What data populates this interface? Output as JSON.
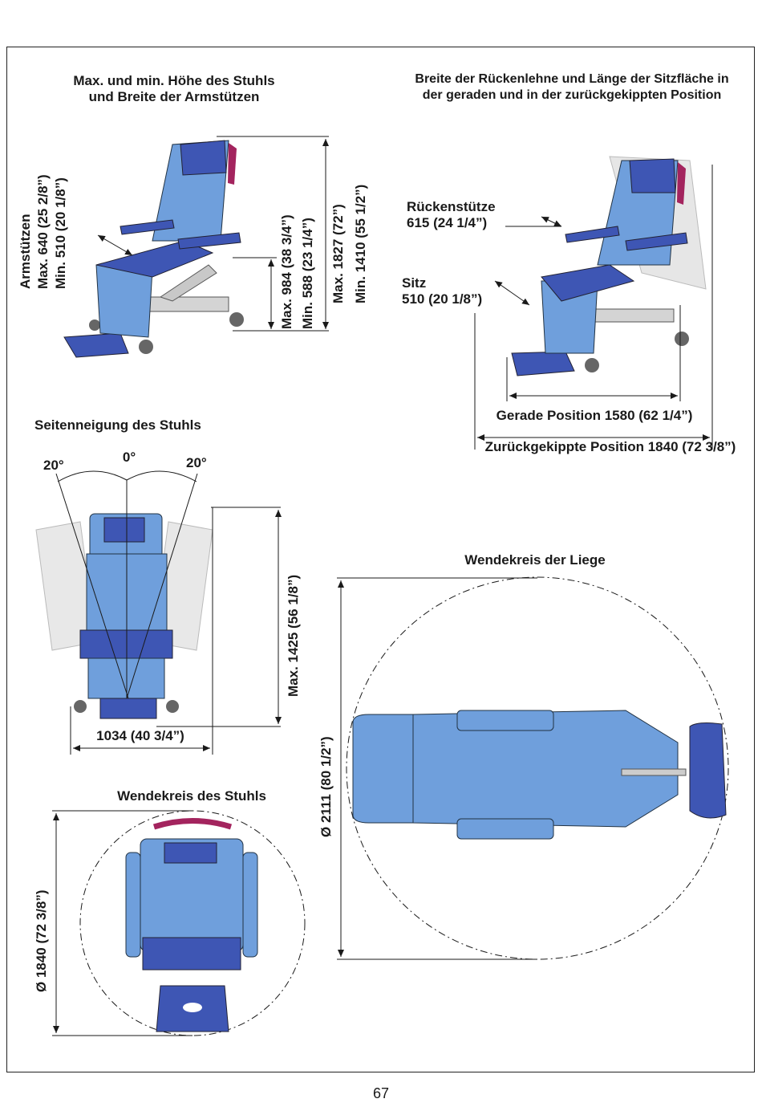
{
  "section1": {
    "title_line1": "Max. und min. Höhe des Stuhls",
    "title_line2": "und Breite der Armstützen",
    "armrest_label": "Armstützen",
    "armrest_max": "Max. 640 (25 2/8”)",
    "armrest_min": "Min. 510 (20 1/8”)",
    "seat_max": "Max. 984 (38 3/4”)",
    "seat_min": "Min. 588 (23 1/4”)",
    "total_max": "Max. 1827 (72”)",
    "total_min": "Min. 1410 (55 1/2”)"
  },
  "section2": {
    "title_line1": "Breite der Rückenlehne und Länge der Sitzfläche in",
    "title_line2": "der geraden und in der zurückgekippten Position",
    "back_label": "Rückenstütze",
    "back_value": "615 (24 1/4”)",
    "seat_label": "Sitz",
    "seat_value": "510 (20 1/8”)",
    "straight": "Gerade Position 1580 (62 1/4”)",
    "tilted": "Zurückgekippte Position 1840 (72 3/8”)"
  },
  "section3": {
    "title": "Seitenneigung des Stuhls",
    "angle_left": "20°",
    "angle_center": "0°",
    "angle_right": "20°",
    "height": "Max. 1425 (56 1/8”)",
    "width": "1034 (40 3/4”)"
  },
  "section4": {
    "title": "Wendekreis der Liege",
    "diameter": "Ø 2111 (80 1/2”)"
  },
  "section5": {
    "title": "Wendekreis des Stuhls",
    "diameter": "Ø 1840 (72 3/8”)"
  },
  "page_number": "67",
  "colors": {
    "chair_light": "#6f9fdc",
    "chair_dark": "#3e56b4",
    "headrest_accent": "#a3245e",
    "frame_grey": "#c8c8c8",
    "line": "#1a1a1a"
  }
}
